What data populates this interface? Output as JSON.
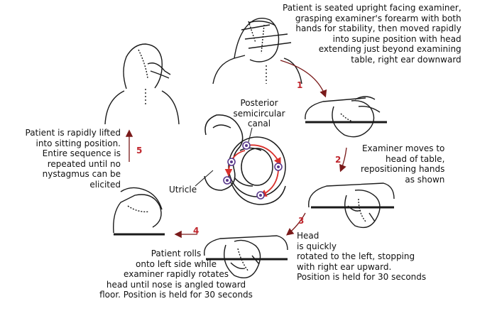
{
  "steps": [
    {
      "number": "1",
      "text": "Patient is seated upright facing examiner,\ngrasping examiner's forearm with both\nhands for stability, then moved rapidly\ninto supine position with head\nextending just beyond examining\ntable, right ear downward"
    },
    {
      "number": "2",
      "text": "Examiner moves to\nhead of table,\nrepositioning hands\nas shown"
    },
    {
      "number": "3",
      "text": "Head\nis quickly\nrotated to the left, stopping\nwith right ear upward.\nPosition is held for 30 seconds"
    },
    {
      "number": "4",
      "text": "Patient rolls\nonto left side while\nexaminer rapidly rotates\nhead until nose is angled toward\nfloor. Position is held for 30 seconds"
    },
    {
      "number": "5",
      "text": "Patient is rapidly lifted\ninto sitting position.\nEntire sequence is\nrepeated until no\nnystagmus can be\nelicited"
    }
  ],
  "center_labels": {
    "posterior_canal": "Posterior\nsemicircular\ncanal",
    "utricle": "Utricle"
  },
  "colors": {
    "arrow": "#c0262d",
    "canal": "#d9302b",
    "otolith": "#5a3a8c",
    "line": "#1a1a1a"
  }
}
